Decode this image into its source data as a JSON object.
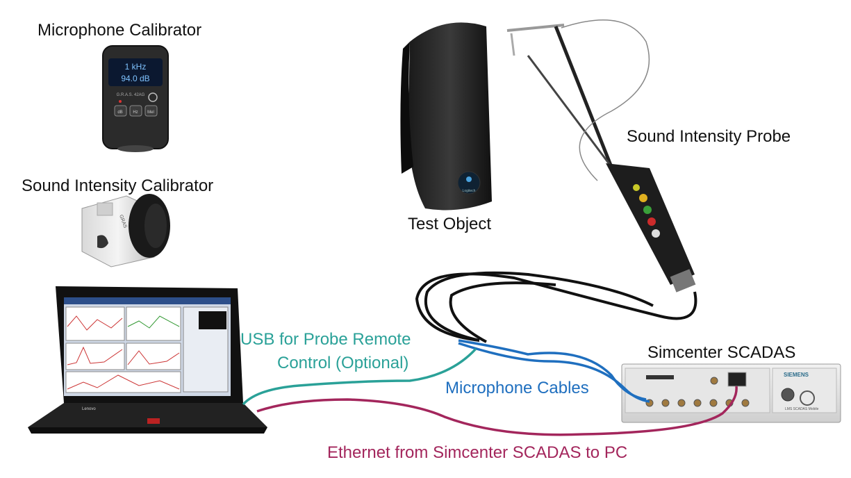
{
  "labels": {
    "mic_calibrator": "Microphone Calibrator",
    "si_calibrator": "Sound Intensity Calibrator",
    "test_object": "Test Object",
    "si_probe": "Sound Intensity Probe",
    "scadas": "Simcenter SCADAS",
    "usb_line1": "USB for Probe Remote",
    "usb_line2": "Control (Optional)",
    "mic_cables": "Microphone Cables",
    "ethernet": "Ethernet from Simcenter SCADAS to PC"
  },
  "devices": {
    "mic_cal_display_line1": "1 kHz",
    "mic_cal_display_line2": "94.0 dB",
    "mic_cal_model": "G.R.A.S. 42AG",
    "mic_cal_btn1": "dB",
    "mic_cal_btn2": "Hz",
    "mic_cal_btn3": "Mel",
    "si_cal_brand": "GRAS",
    "speaker_logo": "Logitech",
    "laptop_brand": "Lenovo",
    "scadas_brand": "SIEMENS",
    "scadas_model": "LMS SCADAS Mobile"
  },
  "colors": {
    "usb": "#2aa198",
    "mic_cable": "#1f6fbf",
    "ethernet": "#a3265c",
    "probe_cable": "#111111"
  }
}
